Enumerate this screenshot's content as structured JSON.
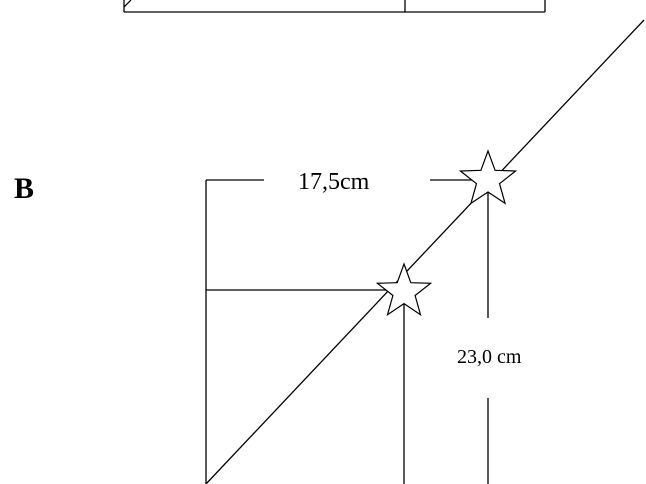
{
  "diagram": {
    "section_label": "B",
    "width_label": "17,5cm",
    "height_label": "23,0 cm"
  },
  "colors": {
    "line": "#000000",
    "background": "#ffffff"
  }
}
